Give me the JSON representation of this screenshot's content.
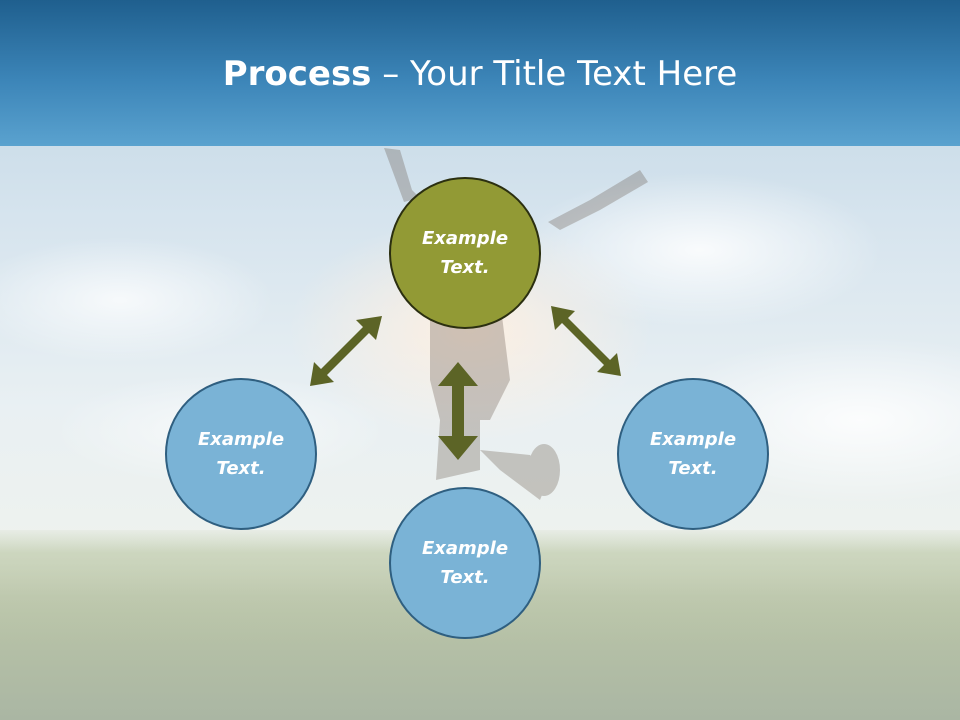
{
  "slide": {
    "title_bold": "Process",
    "title_rest": " – Your Title Text Here"
  },
  "diagram": {
    "center": {
      "label": "Example\nText."
    },
    "left": {
      "label": "Example\nText."
    },
    "bottom": {
      "label": "Example\nText."
    },
    "right": {
      "label": "Example\nText."
    }
  },
  "colors": {
    "header_top": "#1f5f8e",
    "header_bottom": "#5aa2cf",
    "center_fill": "#929a35",
    "node_fill": "#7ab3d6",
    "arrow_fill": "#5c6426"
  }
}
